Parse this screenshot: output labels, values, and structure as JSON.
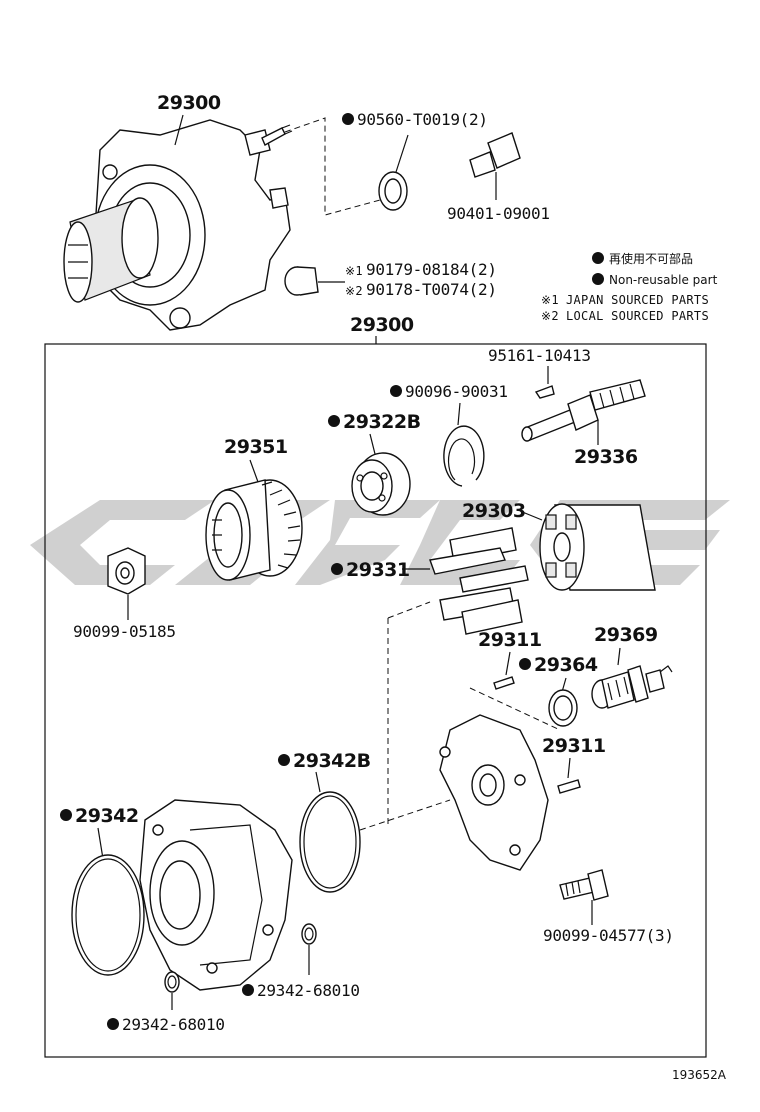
{
  "diagram": {
    "top_assembly_label": "29300",
    "box_assembly_label": "29300",
    "drawing_number": "193652A",
    "legend": {
      "dot_jp": "再使用不可部品",
      "dot_en": "Non-reusable part",
      "note1_mark": "※1",
      "note1_text": "JAPAN SOURCED PARTS",
      "note2_mark": "※2",
      "note2_text": "LOCAL SOURCED PARTS"
    },
    "parts": {
      "p90560": "90560-T0019(2)",
      "p90401": "90401-09001",
      "p90179": "90179-08184(2)",
      "p90179_mark": "※1",
      "p90178": "90178-T0074(2)",
      "p90178_mark": "※2",
      "p95161": "95161-10413",
      "p90096": "90096-90031",
      "p29336": "29336",
      "p29322B": "29322B",
      "p29351": "29351",
      "p29303": "29303",
      "p90099_05185": "90099-05185",
      "p29331": "29331",
      "p29311a": "29311",
      "p29369": "29369",
      "p29364": "29364",
      "p29311b": "29311",
      "p29342B": "29342B",
      "p29342": "29342",
      "p29342_68010a": "29342-68010",
      "p29342_68010b": "29342-68010",
      "p90099_04577": "90099-04577(3)"
    }
  }
}
